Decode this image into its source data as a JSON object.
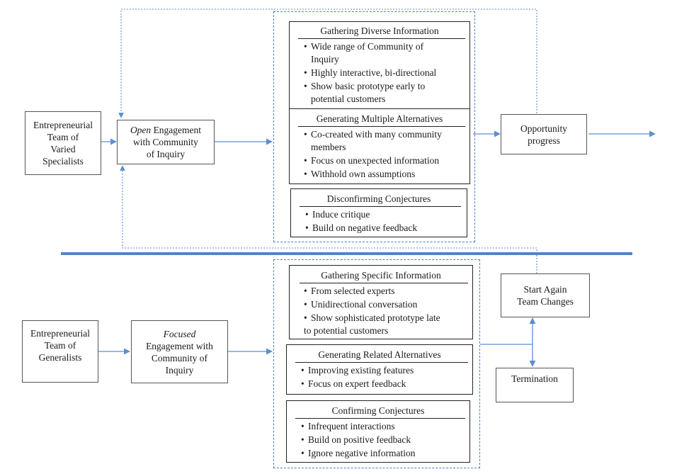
{
  "top": {
    "team": [
      "Entrepreneurial",
      "Team of",
      "Varied",
      "Specialists"
    ],
    "engagement": {
      "line1_em": "Open",
      "line1_rest": " Engagement",
      "line2": "with Community",
      "line3": "of Inquiry"
    },
    "panels": [
      {
        "title": "Gathering Diverse Information",
        "bullets": [
          "Wide range of Community of",
          "Highly interactive, bi-directional",
          "Show basic prototype early to"
        ],
        "continuations": [
          "Inquiry",
          "potential customers"
        ]
      },
      {
        "title": "Generating Multiple Alternatives",
        "bullets": [
          "Co-created with many community",
          "Focus on unexpected information",
          "Withhold own assumptions"
        ],
        "continuations": [
          "members"
        ]
      },
      {
        "title": "Disconfirming Conjectures",
        "bullets": [
          "Induce critique",
          "Build on negative feedback"
        ]
      }
    ],
    "outcome": [
      "Opportunity",
      "progress"
    ]
  },
  "bottom": {
    "team": [
      "Entrepreneurial",
      "Team of",
      "Generalists"
    ],
    "engagement": {
      "line1_em": "Focused",
      "line2": "Engagement with",
      "line3": "Community of",
      "line4": "Inquiry"
    },
    "panels": [
      {
        "title": "Gathering Specific Information",
        "bullets": [
          "From selected experts",
          "Unidirectional conversation",
          "Show sophisticated prototype late"
        ],
        "continuations": [
          "to potential customers"
        ]
      },
      {
        "title": "Generating Related Alternatives",
        "bullets": [
          "Improving existing features",
          "Focus on expert feedback"
        ]
      },
      {
        "title": "Confirming Conjectures",
        "bullets": [
          "Infrequent interactions",
          "Build on positive feedback",
          "Ignore negative information"
        ]
      }
    ],
    "restart": [
      "Start Again",
      "Team Changes"
    ],
    "termination": "Termination"
  },
  "colors": {
    "arrow": "#5b8fd1",
    "divider": "#4f86c6",
    "dashed": "#4a7fc1",
    "border": "#333333"
  }
}
